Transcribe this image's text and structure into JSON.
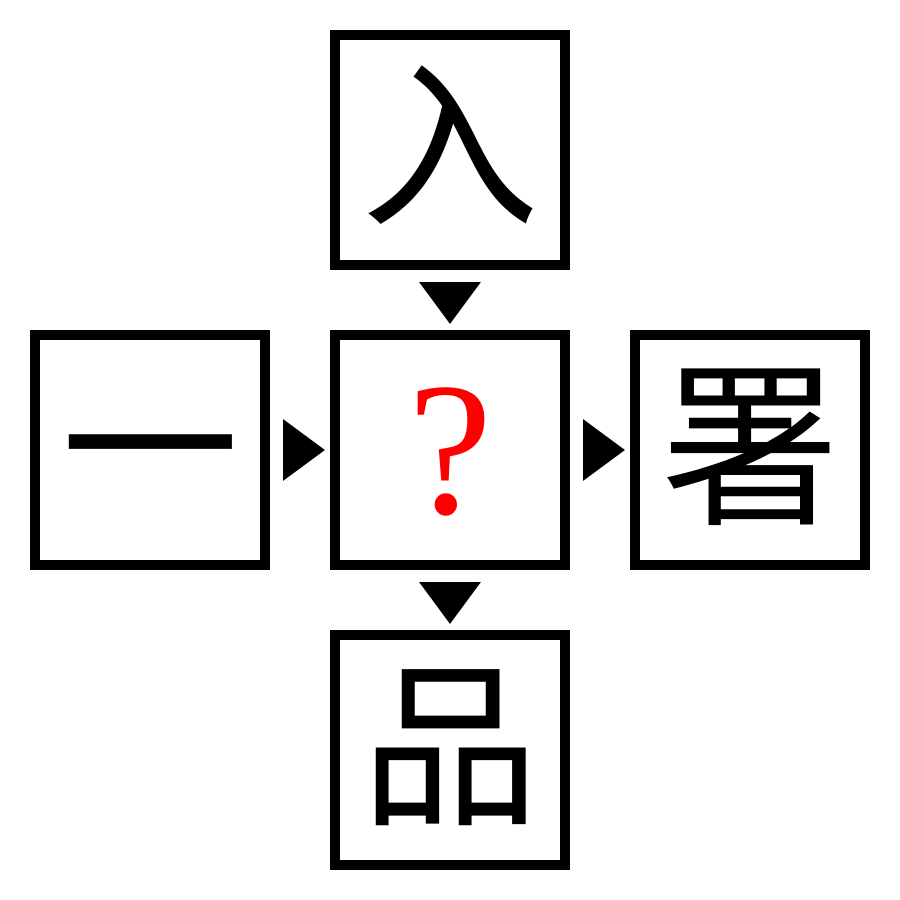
{
  "puzzle": {
    "top": "入",
    "left": "一",
    "center": "?",
    "right": "署",
    "bottom": "品"
  },
  "colors": {
    "question": "#ff0000",
    "kanji": "#000000",
    "border": "#000000"
  }
}
